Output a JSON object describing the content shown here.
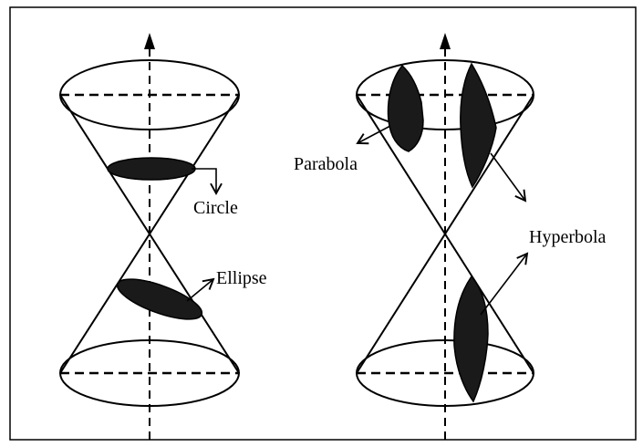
{
  "labels": {
    "circle": "Circle",
    "ellipse": "Ellipse",
    "parabola": "Parabola",
    "hyperbola": "Hyperbola"
  },
  "colors": {
    "ink": "#000000",
    "section_fill": "#1a1a1a",
    "background": "#ffffff"
  }
}
